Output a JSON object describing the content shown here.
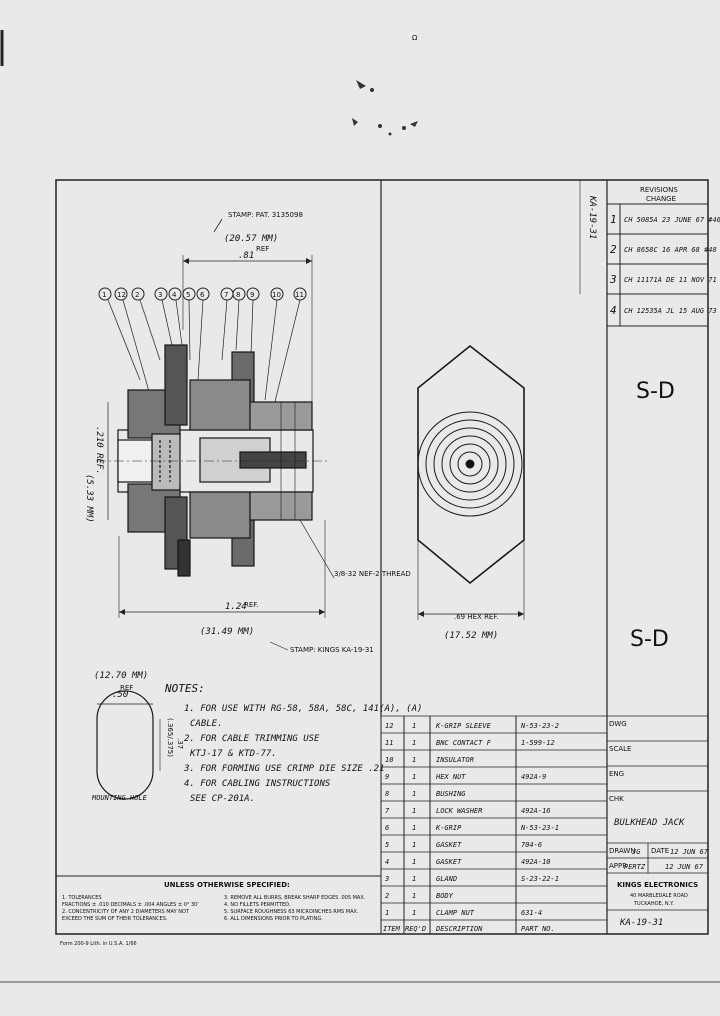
{
  "page_mark": "Ω",
  "dimensions": {
    "stamp_pat": "STAMP: PAT. 3135098",
    "d_2057": "(20.57 MM)",
    "ref_top": "REF",
    "d_81": ".81",
    "d_533": "(5.33 MM)",
    "d_210": ".210 REF.",
    "thread": "3/8-32 NEF-2 THREAD",
    "d_124": "1.24",
    "ref_bottom": "REF.",
    "d_3149": "(31.49 MM)",
    "stamp_kings": "STAMP: KINGS KA-19-31",
    "hex_ref": ".69 HEX REF.",
    "d_1752": "(17.52 MM)",
    "d_1270": "(12.70 MM)",
    "ref_small": "REF",
    "d_50": ".50",
    "flat_dim": "(.365/.375)",
    "flat_small": ".37",
    "mounting_hole": "MOUNTING HOLE"
  },
  "balloons": [
    "1",
    "12",
    "2",
    "3",
    "4",
    "5",
    "6",
    "7",
    "8",
    "9",
    "10",
    "11"
  ],
  "revisions": {
    "title": "REVISIONS",
    "change_header": "CHANGE",
    "rows": [
      {
        "num": "1",
        "text": "CH 5085A 23 JUNE 67 #46"
      },
      {
        "num": "2",
        "text": "CH 8658C 16 APR 68 #48"
      },
      {
        "num": "3",
        "text": "CH 11171A DE 11 NOV 71"
      },
      {
        "num": "4",
        "text": "CH 12535A JL 15 AUG 73"
      }
    ],
    "side_mark": "KA-19-31"
  },
  "sd_mark_1": "S-D",
  "sd_mark_2": "S-D",
  "notes": {
    "title": "NOTES:",
    "lines": [
      "1. FOR USE WITH RG-58, 58A, 58C, 141(A), (A)",
      "CABLE.",
      "2. FOR CABLE TRIMMING USE",
      "KTJ-17 & KTD-77.",
      "3. FOR FORMING USE CRIMP DIE SIZE .21",
      "4. FOR CABLING INSTRUCTIONS",
      "SEE CP-201A."
    ]
  },
  "parts": [
    {
      "item": "12",
      "qty": "1",
      "desc": "K-GRIP SLEEVE",
      "part": "N-53-23-2"
    },
    {
      "item": "11",
      "qty": "1",
      "desc": "BNC CONTACT F",
      "part": "1-599-12"
    },
    {
      "item": "10",
      "qty": "1",
      "desc": "INSULATOR",
      "part": ""
    },
    {
      "item": "9",
      "qty": "1",
      "desc": "HEX NUT",
      "part": "492A-9"
    },
    {
      "item": "8",
      "qty": "1",
      "desc": "BUSHING",
      "part": ""
    },
    {
      "item": "7",
      "qty": "1",
      "desc": "LOCK WASHER",
      "part": "492A-16"
    },
    {
      "item": "6",
      "qty": "1",
      "desc": "K-GRIP",
      "part": "N-53-23-1"
    },
    {
      "item": "5",
      "qty": "1",
      "desc": "GASKET",
      "part": "704-6"
    },
    {
      "item": "4",
      "qty": "1",
      "desc": "GASKET",
      "part": "492A-10"
    },
    {
      "item": "3",
      "qty": "1",
      "desc": "GLAND",
      "part": "S-23-22-1"
    },
    {
      "item": "2",
      "qty": "1",
      "desc": "BODY",
      "part": ""
    },
    {
      "item": "1",
      "qty": "1",
      "desc": "CLAMP NUT",
      "part": "631-4"
    }
  ],
  "parts_header": {
    "item": "ITEM",
    "qty": "REQ'D",
    "desc": "DESCRIPTION",
    "part": "PART NO."
  },
  "title_block": {
    "name": "BULKHEAD JACK",
    "drawn_label": "DRAWN",
    "drawn_by": "JG",
    "date_label": "DATE",
    "date": "12 JUN 67",
    "approved_label": "APPR",
    "approved_by": "PERTZ",
    "approved_date": "12 JUN 67",
    "company": "KINGS ELECTRONICS",
    "company_addr1": "40 MARBLEDALE ROAD",
    "company_addr2": "TUCKAHOE, N.Y.",
    "drawing_number": "KA-19-31",
    "side_labels": [
      "DWG",
      "SCALE",
      "ENG",
      "CHK",
      "APP"
    ]
  },
  "tolerances": {
    "title": "UNLESS OTHERWISE SPECIFIED:",
    "left": [
      "1. TOLERANCES",
      "   FRACTIONS ± .010 DECIMALS ± .004 ANGLES ± 0° 30'",
      "2. CONCENTRICITY OF ANY 2 DIAMETERS MAY NOT",
      "   EXCEED THE SUM OF THEIR TOLERANCES."
    ],
    "right": [
      "3. REMOVE ALL BURRS, BREAK SHARP EDGES .005 MAX.",
      "4. NO FILLETS PERMITTED.",
      "5. SURFACE ROUGHNESS 63 MICROINCHES RMS MAX.",
      "6. ALL DIMENSIONS PRIOR TO PLATING."
    ]
  },
  "footer_print": "Form 200-9   Lith. in U.S.A.   1/66"
}
